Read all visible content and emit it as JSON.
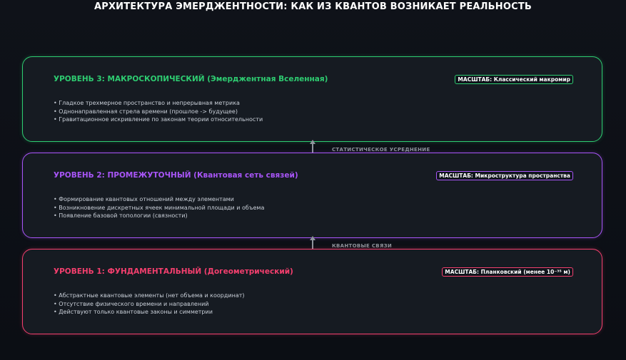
{
  "title": "АРХИТЕКТУРА ЭМЕРДЖЕНТНОСТИ: КАК ИЗ КВАНТОВ ВОЗНИКАЕТ РЕАЛЬНОСТЬ",
  "levels": [
    {
      "heading": "УРОВЕНЬ 3: МАКРОСКОПИЧЕСКИЙ (Эмерджентная Вселенная)",
      "scale": "МАСШТАБ: Классический макромир",
      "color": "#2ecc71",
      "bullets": [
        "Гладкое трехмерное пространство и непрерывная метрика",
        "Однонаправленная стрела времени (прошлое -> будущее)",
        "Гравитационное искривление по законам теории относительности"
      ]
    },
    {
      "heading": "УРОВЕНЬ 2: ПРОМЕЖУТОЧНЫЙ (Квантовая сеть связей)",
      "scale": "МАСШТАБ: Микроструктура пространства",
      "color": "#a855f7",
      "bullets": [
        "Формирование квантовых отношений между элементами",
        "Возникновение дискретных ячеек минимальной площади и объема",
        "Появление базовой топологии (связности)"
      ]
    },
    {
      "heading": "УРОВЕНЬ 1: ФУНДАМЕНТАЛЬНЫЙ (Догеометрический)",
      "scale": "МАСШТАБ: Планковский (менее 10⁻³⁵ м)",
      "color": "#f43f6e",
      "bullets": [
        "Абстрактные квантовые элементы (нет объема и координат)",
        "Отсутствие физического времени и направлений",
        "Действуют только квантовые законы и симметрии"
      ]
    }
  ],
  "connectors": [
    {
      "label": "СТАТИСТИЧЕСКОЕ УСРЕДНЕНИЕ"
    },
    {
      "label": "КВАНТОВЫЕ СВЯЗИ"
    }
  ]
}
